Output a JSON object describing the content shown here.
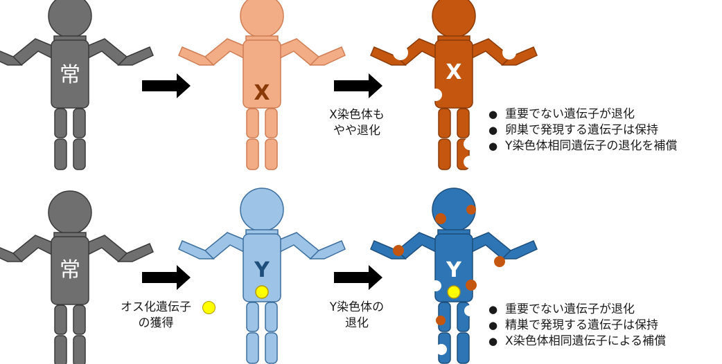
{
  "colors": {
    "grey_fill": "#6f6f6f",
    "grey_stroke": "#3a3a3a",
    "x1_fill": "#f3ad86",
    "x1_stroke": "#cf7d53",
    "x2_fill": "#c4560f",
    "x2_stroke": "#8a3a08",
    "y1_fill": "#9dc3e6",
    "y1_stroke": "#3c6e9e",
    "y2_fill": "#2e75b6",
    "y2_stroke": "#1d4e7c",
    "gene_yellow": "#ffff00",
    "gene_stroke": "#b49a00",
    "patch_orange": "#c4560f"
  },
  "figures": {
    "top_autosome_label": "常",
    "top_x1_label": "X",
    "top_x2_label": "X",
    "bottom_autosome_label": "常",
    "bottom_y1_label": "Y",
    "bottom_y2_label": "Y"
  },
  "arrow_captions": {
    "top_right": [
      "X染色体も",
      "やや退化"
    ],
    "bottom_left": [
      "オス化遺伝子",
      "の獲得"
    ],
    "bottom_right": [
      "Y染色体の",
      "退化"
    ]
  },
  "bullets_top": [
    "重要でない遺伝子が退化",
    "卵巣で発現する遺伝子は保持",
    "Y染色体相同遺伝子の退化を補償"
  ],
  "bullets_bottom": [
    "重要でない遺伝子が退化",
    "精巣で発現する遺伝子は保持",
    "X染色体相同遺伝子による補償"
  ]
}
